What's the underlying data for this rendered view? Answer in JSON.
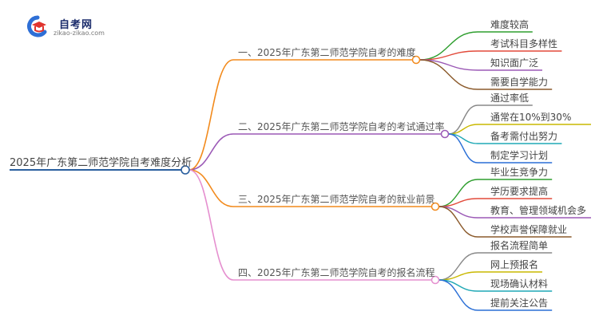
{
  "logo": {
    "name": "自考网",
    "url": "zikao-zikao.com",
    "colors": {
      "blue": "#2e6fd6",
      "red": "#e0332d"
    }
  },
  "root": {
    "label": "2025年广东第二师范学院自考难度分析",
    "color": "#2a5f9e"
  },
  "branches": [
    {
      "label": "一、2025年广东第二师范学院自考的难度",
      "color": "#f28a1c",
      "leaves": [
        {
          "label": "难度较高",
          "color": "#2e9e2e"
        },
        {
          "label": "考试科目多样性",
          "color": "#e24a3a"
        },
        {
          "label": "知识面广泛",
          "color": "#9b59b6"
        },
        {
          "label": "需要自学能力",
          "color": "#8b5a2b"
        }
      ]
    },
    {
      "label": "二、2025年广东第二师范学院自考的考试通过率",
      "color": "#9b59b6",
      "leaves": [
        {
          "label": "通过率低",
          "color": "#888888"
        },
        {
          "label": "通常在10%到30%",
          "color": "#c9b800"
        },
        {
          "label": "备考需付出努力",
          "color": "#1fa8b5"
        },
        {
          "label": "制定学习计划",
          "color": "#2a6fd6"
        }
      ]
    },
    {
      "label": "三、2025年广东第二师范学院自考的就业前景",
      "color": "#f28a1c",
      "leaves": [
        {
          "label": "毕业生竞争力",
          "color": "#2e9e2e"
        },
        {
          "label": "学历要求提高",
          "color": "#e24a3a"
        },
        {
          "label": "教育、管理领域机会多",
          "color": "#9b59b6"
        },
        {
          "label": "学校声誉保障就业",
          "color": "#8b5a2b"
        }
      ]
    },
    {
      "label": "四、2025年广东第二师范学院自考的报名流程",
      "color": "#e58fcf",
      "leaves": [
        {
          "label": "报名流程简单",
          "color": "#888888"
        },
        {
          "label": "网上预报名",
          "color": "#c9b800"
        },
        {
          "label": "现场确认材料",
          "color": "#1fa8b5"
        },
        {
          "label": "提前关注公告",
          "color": "#2a6fd6"
        }
      ]
    }
  ]
}
